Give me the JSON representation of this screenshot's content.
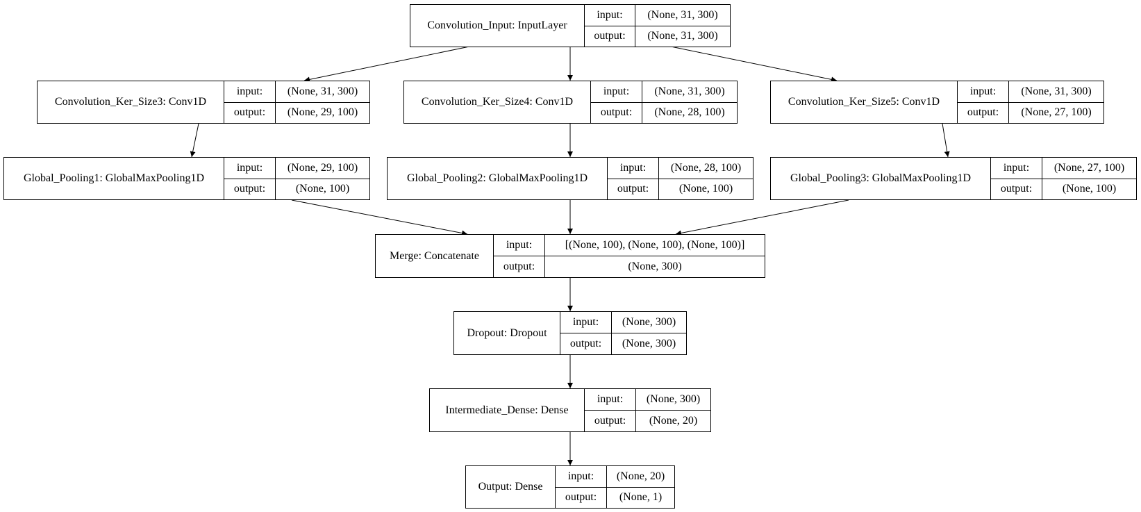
{
  "labels": {
    "input": "input:",
    "output": "output:"
  },
  "nodes": [
    {
      "id": "n0",
      "name": "Convolution_Input: InputLayer",
      "input": "(None, 31, 300)",
      "output": "(None, 31, 300)"
    },
    {
      "id": "n1",
      "name": "Convolution_Ker_Size3: Conv1D",
      "input": "(None, 31, 300)",
      "output": "(None, 29, 100)"
    },
    {
      "id": "n2",
      "name": "Convolution_Ker_Size4: Conv1D",
      "input": "(None, 31, 300)",
      "output": "(None, 28, 100)"
    },
    {
      "id": "n3",
      "name": "Convolution_Ker_Size5: Conv1D",
      "input": "(None, 31, 300)",
      "output": "(None, 27, 100)"
    },
    {
      "id": "n4",
      "name": "Global_Pooling1: GlobalMaxPooling1D",
      "input": "(None, 29, 100)",
      "output": "(None, 100)"
    },
    {
      "id": "n5",
      "name": "Global_Pooling2: GlobalMaxPooling1D",
      "input": "(None, 28, 100)",
      "output": "(None, 100)"
    },
    {
      "id": "n6",
      "name": "Global_Pooling3: GlobalMaxPooling1D",
      "input": "(None, 27, 100)",
      "output": "(None, 100)"
    },
    {
      "id": "n7",
      "name": "Merge: Concatenate",
      "input": "[(None, 100), (None, 100), (None, 100)]",
      "output": "(None, 300)"
    },
    {
      "id": "n8",
      "name": "Dropout: Dropout",
      "input": "(None, 300)",
      "output": "(None, 300)"
    },
    {
      "id": "n9",
      "name": "Intermediate_Dense: Dense",
      "input": "(None, 300)",
      "output": "(None, 20)"
    },
    {
      "id": "n10",
      "name": "Output: Dense",
      "input": "(None, 20)",
      "output": "(None, 1)"
    }
  ],
  "edges": [
    {
      "from": "n0",
      "to": "n1"
    },
    {
      "from": "n0",
      "to": "n2"
    },
    {
      "from": "n0",
      "to": "n3"
    },
    {
      "from": "n1",
      "to": "n4"
    },
    {
      "from": "n2",
      "to": "n5"
    },
    {
      "from": "n3",
      "to": "n6"
    },
    {
      "from": "n4",
      "to": "n7"
    },
    {
      "from": "n5",
      "to": "n7"
    },
    {
      "from": "n6",
      "to": "n7"
    },
    {
      "from": "n7",
      "to": "n8"
    },
    {
      "from": "n8",
      "to": "n9"
    },
    {
      "from": "n9",
      "to": "n10"
    }
  ]
}
